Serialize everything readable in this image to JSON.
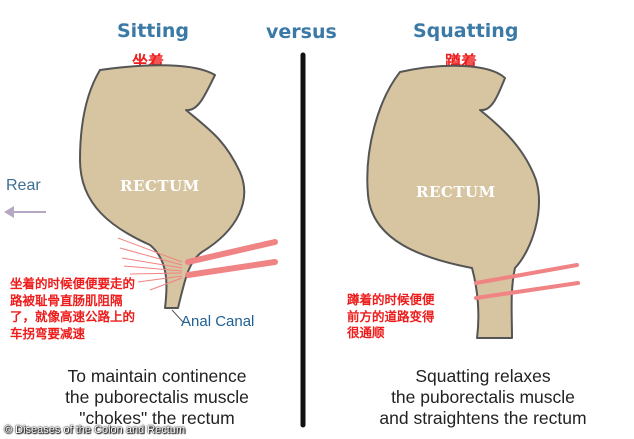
{
  "titles": {
    "sitting": "Sitting",
    "versus": "versus",
    "squatting": "Squatting",
    "sitting_cn": "坐着",
    "squatting_cn": "蹲着"
  },
  "labels": {
    "rectum_left": "RECTUM",
    "rectum_right": "RECTUM",
    "rear": "Rear",
    "anal_canal": "Anal Canal"
  },
  "annotations": {
    "left_cn": [
      "坐着的时候便便要走的",
      "路被耻骨直肠肌阻隔",
      "了，就像高速公路上的",
      "车拐弯要减速"
    ],
    "right_cn": [
      "蹲着的时候便便",
      "前方的道路变得",
      "很通顺"
    ]
  },
  "captions": {
    "left": [
      "To maintain continence",
      "the puborectalis muscle",
      "\"chokes\" the rectum"
    ],
    "right": [
      "Squatting relaxes",
      "the puborectalis muscle",
      "and straightens the rectum"
    ]
  },
  "credit": "© Diseases of the Colon and Rectum",
  "colors": {
    "rectum_fill": "#d6c5a0",
    "rectum_outline": "#555555",
    "muscle": "#f08383",
    "title_blue": "#3b79a6",
    "chinese_red": "#ee1d1d"
  }
}
